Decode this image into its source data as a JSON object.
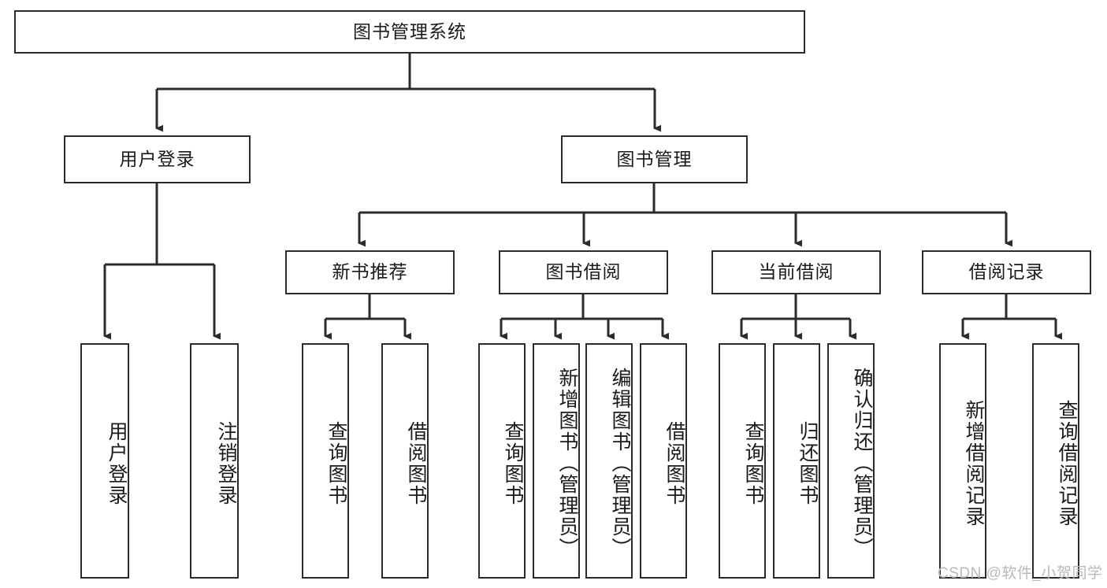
{
  "diagram": {
    "title": "图书管理系统",
    "type": "tree-hierarchy",
    "watermark": "CSDN @软件_小贺同学",
    "colors": {
      "stroke": "#2b2b2b",
      "fill": "#ffffff",
      "text": "#1a1a1a",
      "watermark": "#b9b9b9"
    }
  },
  "nodes": {
    "root": {
      "label": "图书管理系统"
    },
    "level2": [
      {
        "id": "user-login",
        "label": "用户登录"
      },
      {
        "id": "book-manage",
        "label": "图书管理"
      }
    ],
    "level3": [
      {
        "id": "new-book-rec",
        "label": "新书推荐"
      },
      {
        "id": "book-borrow",
        "label": "图书借阅"
      },
      {
        "id": "current-borrow",
        "label": "当前借阅"
      },
      {
        "id": "borrow-record",
        "label": "借阅记录"
      }
    ],
    "leaves": {
      "user-login": [
        {
          "id": "leaf-user-login",
          "label": "用户登录"
        },
        {
          "id": "leaf-logout",
          "label": "注销登录"
        }
      ],
      "new-book-rec": [
        {
          "id": "leaf-query-book-1",
          "label": "查询图书"
        },
        {
          "id": "leaf-borrow-book-1",
          "label": "借阅图书"
        }
      ],
      "book-borrow": [
        {
          "id": "leaf-query-book-2",
          "label": "查询图书"
        },
        {
          "id": "leaf-add-book",
          "label": "新增图书（管理员）"
        },
        {
          "id": "leaf-edit-book",
          "label": "编辑图书（管理员）"
        },
        {
          "id": "leaf-borrow-book-2",
          "label": "借阅图书"
        }
      ],
      "current-borrow": [
        {
          "id": "leaf-query-book-3",
          "label": "查询图书"
        },
        {
          "id": "leaf-return-book",
          "label": "归还图书"
        },
        {
          "id": "leaf-confirm-return",
          "label": "确认归还（管理员）"
        }
      ],
      "borrow-record": [
        {
          "id": "leaf-add-record",
          "label": "新增借阅记录"
        },
        {
          "id": "leaf-query-record",
          "label": "查询借阅记录"
        }
      ]
    }
  }
}
